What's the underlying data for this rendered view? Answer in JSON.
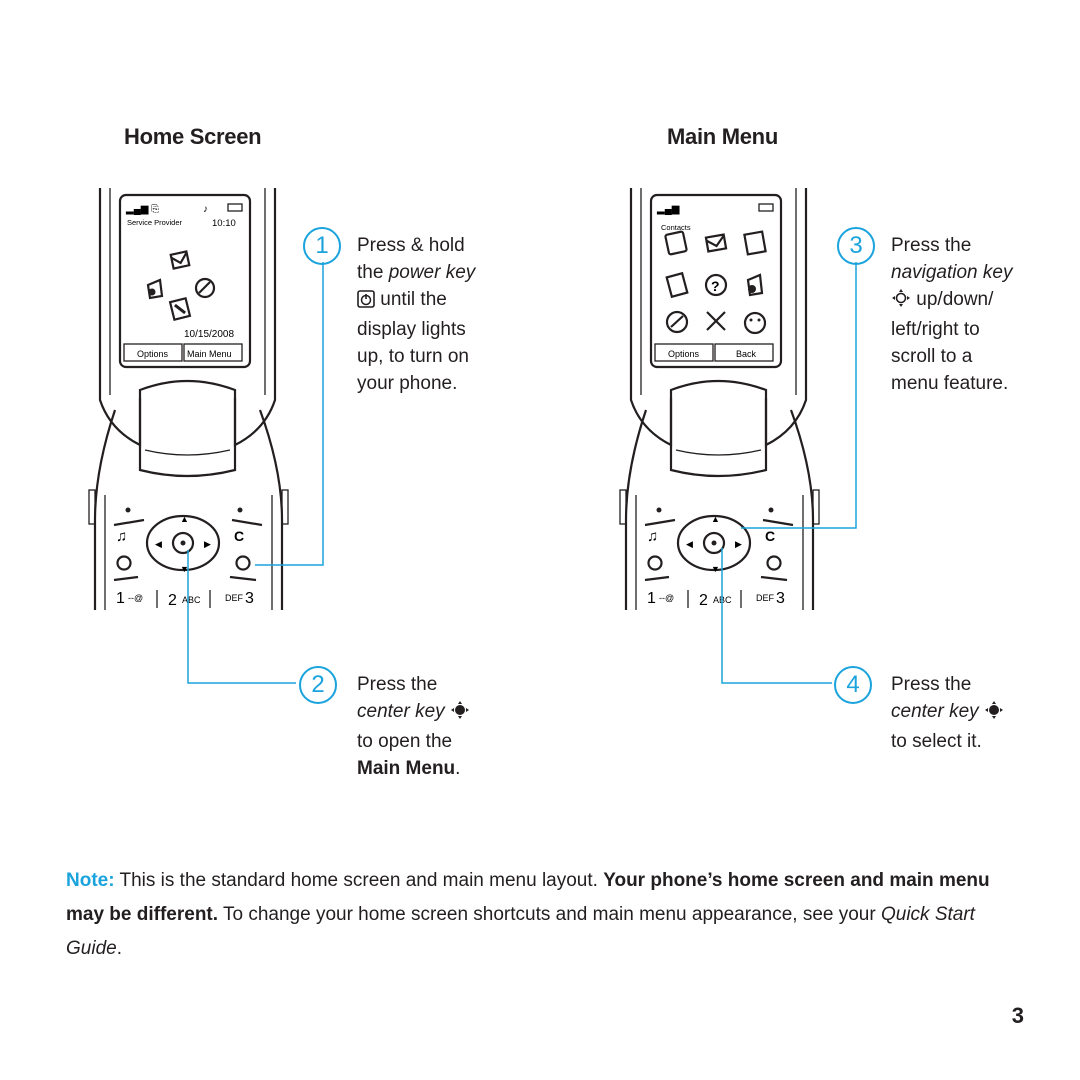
{
  "headings": {
    "home_screen": "Home Screen",
    "main_menu": "Main Menu"
  },
  "home_phone": {
    "service_provider": "Service Provider",
    "time": "10:10",
    "date": "10/15/2008",
    "left_soft": "Options",
    "right_soft": "Main Menu"
  },
  "menu_phone": {
    "selected_label": "Contacts",
    "left_soft": "Options",
    "right_soft": "Back"
  },
  "keypad": {
    "key1": "1",
    "key1_sub": "--@",
    "key2": "2",
    "key2_sub": "ABC",
    "key3": "3",
    "key3_sub": "DEF"
  },
  "steps": {
    "s1": {
      "number": "1",
      "line1": "Press & hold",
      "line2_pre": "the ",
      "line2_em": "power key",
      "line3": "until the",
      "line4": "display lights",
      "line5": "up, to turn on",
      "line6": "your phone."
    },
    "s2": {
      "number": "2",
      "line1": "Press the",
      "line2_em": "center key",
      "line3": "to open the",
      "line4_b": "Main Menu",
      "line4_end": "."
    },
    "s3": {
      "number": "3",
      "line1": "Press the",
      "line2_em": "navigation key",
      "line3": "up/down/",
      "line4": "left/right to",
      "line5": "scroll to a",
      "line6": "menu feature."
    },
    "s4": {
      "number": "4",
      "line1": "Press the",
      "line2_em": "center key",
      "line3": "to select it."
    }
  },
  "note": {
    "label": "Note:",
    "text1": " This is the standard home screen and main menu layout. ",
    "bold": "Your phone’s home screen and main menu may be different.",
    "text2": " To change your home screen shortcuts and main menu appearance, see your ",
    "italic": "Quick Start Guide",
    "end": "."
  },
  "page_number": "3",
  "colors": {
    "accent": "#1aa3dc",
    "ink": "#231f20"
  }
}
